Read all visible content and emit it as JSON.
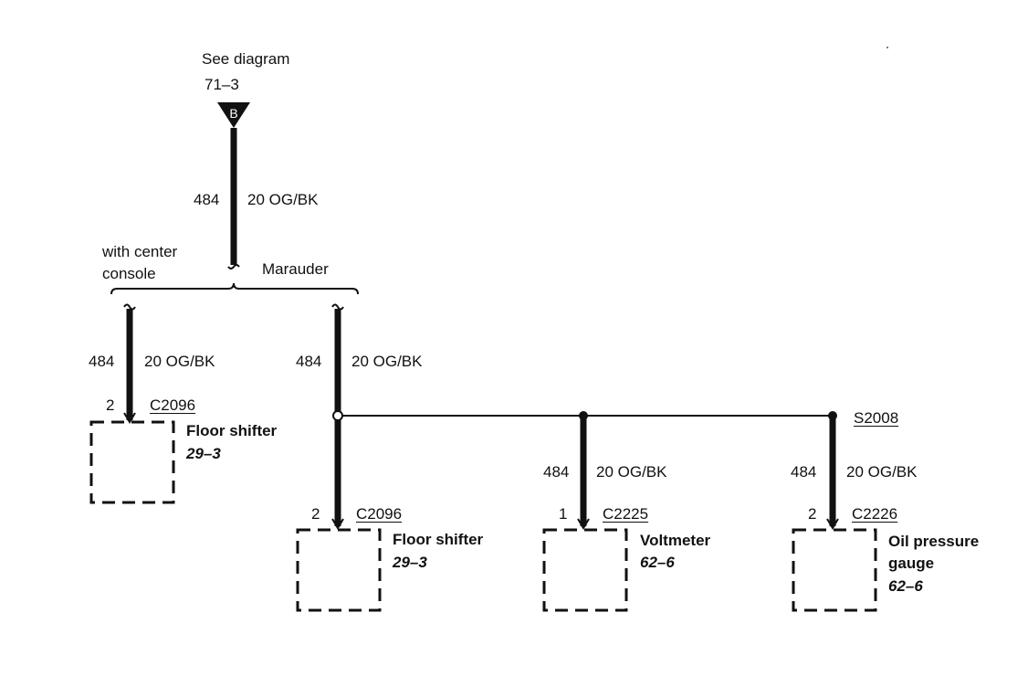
{
  "header_ref": {
    "line1": "See diagram",
    "line2": "71–3",
    "connector_letter": "B"
  },
  "variants": {
    "left": [
      "with center",
      "console"
    ],
    "right": "Marauder"
  },
  "wires": {
    "main": {
      "circuit": "484",
      "gauge_color": "20 OG/BK"
    },
    "left": {
      "circuit": "484",
      "gauge_color": "20 OG/BK"
    },
    "right": {
      "circuit": "484",
      "gauge_color": "20 OG/BK"
    },
    "voltmeter": {
      "circuit": "484",
      "gauge_color": "20 OG/BK"
    },
    "oil": {
      "circuit": "484",
      "gauge_color": "20 OG/BK"
    }
  },
  "splice": {
    "label": "S2008"
  },
  "components": {
    "floor_shifter_left": {
      "pin": "2",
      "connector": "C2096",
      "name": "Floor shifter",
      "ref": "29–3"
    },
    "floor_shifter_right": {
      "pin": "2",
      "connector": "C2096",
      "name": "Floor shifter",
      "ref": "29–3"
    },
    "voltmeter": {
      "pin": "1",
      "connector": "C2225",
      "name": "Voltmeter",
      "ref": "62–6"
    },
    "oil_pressure": {
      "pin": "2",
      "connector": "C2226",
      "name": [
        "Oil pressure",
        "gauge"
      ],
      "ref": "62–6"
    }
  },
  "colors": {
    "ink": "#111111",
    "background": "#ffffff"
  }
}
